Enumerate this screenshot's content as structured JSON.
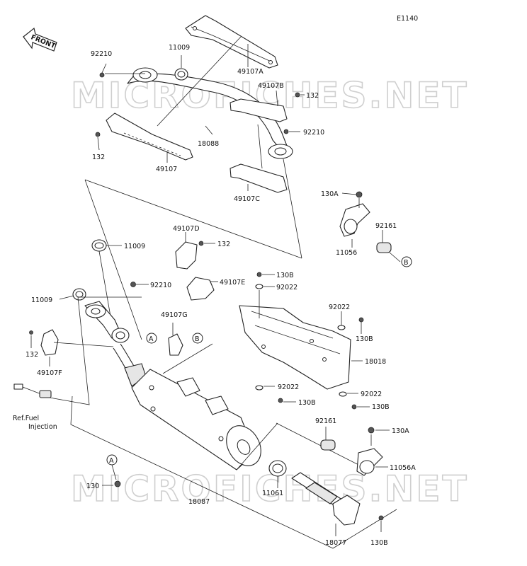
{
  "diagram_code": "E1140",
  "direction_arrow": "FRONT",
  "watermark": "MICROFICHES.NET",
  "reference_note": [
    "Ref.Fuel",
    "Injection"
  ],
  "ref_markers": {
    "a": "A",
    "b": "B"
  },
  "callouts": [
    {
      "id": "c1",
      "text": "92210"
    },
    {
      "id": "c2",
      "text": "11009"
    },
    {
      "id": "c3",
      "text": "49107A"
    },
    {
      "id": "c4",
      "text": "49107B"
    },
    {
      "id": "c5",
      "text": "132"
    },
    {
      "id": "c6",
      "text": "92210"
    },
    {
      "id": "c7",
      "text": "18088"
    },
    {
      "id": "c8",
      "text": "132"
    },
    {
      "id": "c9",
      "text": "49107"
    },
    {
      "id": "c10",
      "text": "49107C"
    },
    {
      "id": "c11",
      "text": "130A"
    },
    {
      "id": "c12",
      "text": "92161"
    },
    {
      "id": "c13",
      "text": "11056"
    },
    {
      "id": "c14",
      "text": "49107D"
    },
    {
      "id": "c15",
      "text": "132"
    },
    {
      "id": "c16",
      "text": "11009"
    },
    {
      "id": "c17",
      "text": "130B"
    },
    {
      "id": "c18",
      "text": "49107E"
    },
    {
      "id": "c19",
      "text": "92022"
    },
    {
      "id": "c20",
      "text": "92210"
    },
    {
      "id": "c21",
      "text": "11009"
    },
    {
      "id": "c22",
      "text": "49107G"
    },
    {
      "id": "c23",
      "text": "92022"
    },
    {
      "id": "c24",
      "text": "130B"
    },
    {
      "id": "c25",
      "text": "132"
    },
    {
      "id": "c26",
      "text": "18018"
    },
    {
      "id": "c27",
      "text": "49107F"
    },
    {
      "id": "c28",
      "text": "92022"
    },
    {
      "id": "c29",
      "text": "92022"
    },
    {
      "id": "c30",
      "text": "130B"
    },
    {
      "id": "c31",
      "text": "130B"
    },
    {
      "id": "c32",
      "text": "92161"
    },
    {
      "id": "c33",
      "text": "130A"
    },
    {
      "id": "c34",
      "text": "11056A"
    },
    {
      "id": "c35",
      "text": "130"
    },
    {
      "id": "c36",
      "text": "11061"
    },
    {
      "id": "c37",
      "text": "18087"
    },
    {
      "id": "c38",
      "text": "18077"
    },
    {
      "id": "c39",
      "text": "130B"
    }
  ]
}
